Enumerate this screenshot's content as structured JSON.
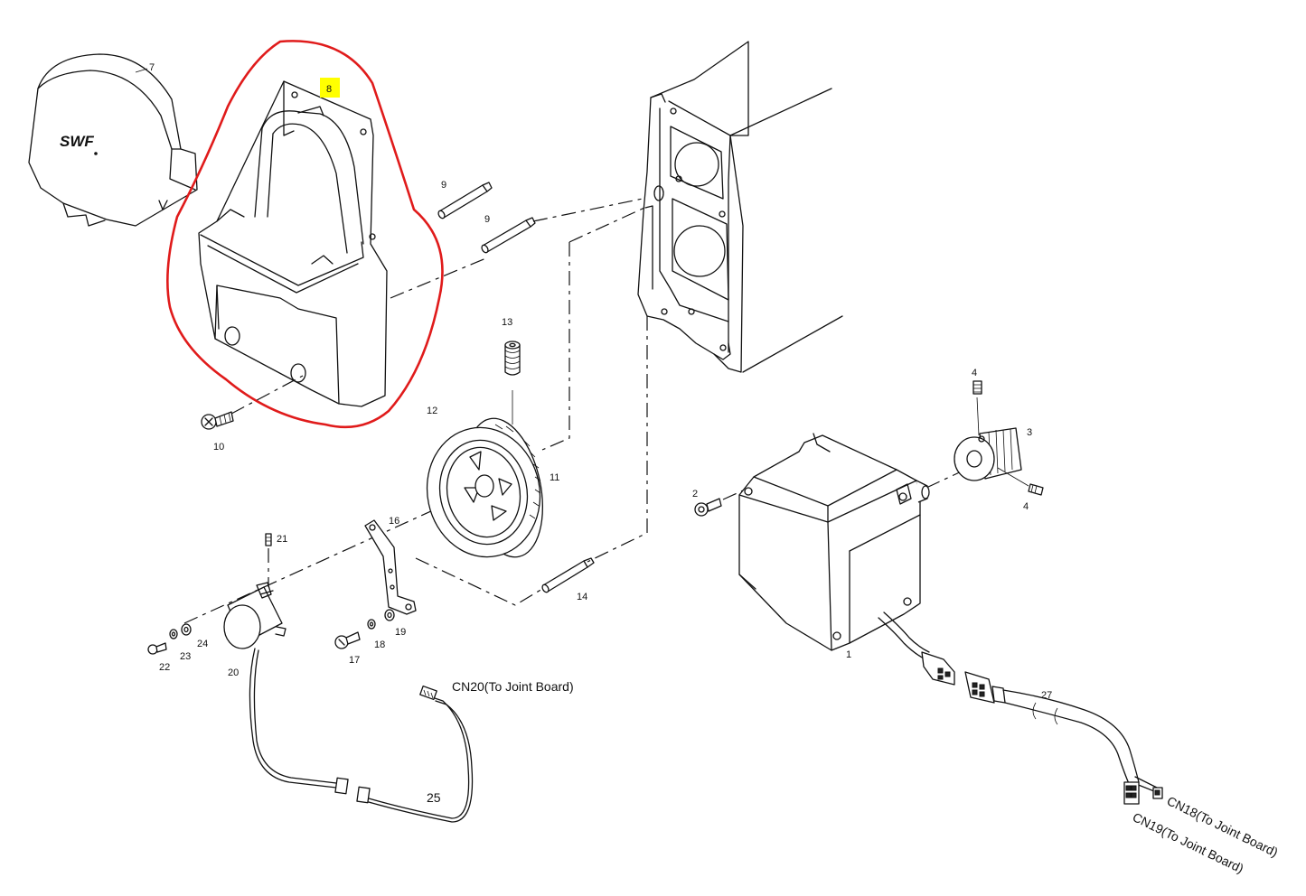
{
  "part_numbers": {
    "p1": "1",
    "p2": "2",
    "p3": "3",
    "p4a": "4",
    "p4b": "4",
    "p7": "7",
    "p8": "8",
    "p9a": "9",
    "p9b": "9",
    "p10": "10",
    "p11": "11",
    "p12": "12",
    "p13": "13",
    "p14": "14",
    "p16": "16",
    "p17": "17",
    "p18": "18",
    "p19": "19",
    "p20": "20",
    "p21": "21",
    "p22": "22",
    "p23": "23",
    "p24": "24",
    "p25": "25",
    "p27": "27"
  },
  "logo_text": "SWF",
  "connectors": {
    "cn20": "CN20(To Joint Board)",
    "cn18": "CN18(To Joint Board)",
    "cn19": "CN19(To Joint Board)"
  },
  "highlight": {
    "part": "8",
    "outline_color": "#e01b1b",
    "label_bg": "#ffff00"
  }
}
